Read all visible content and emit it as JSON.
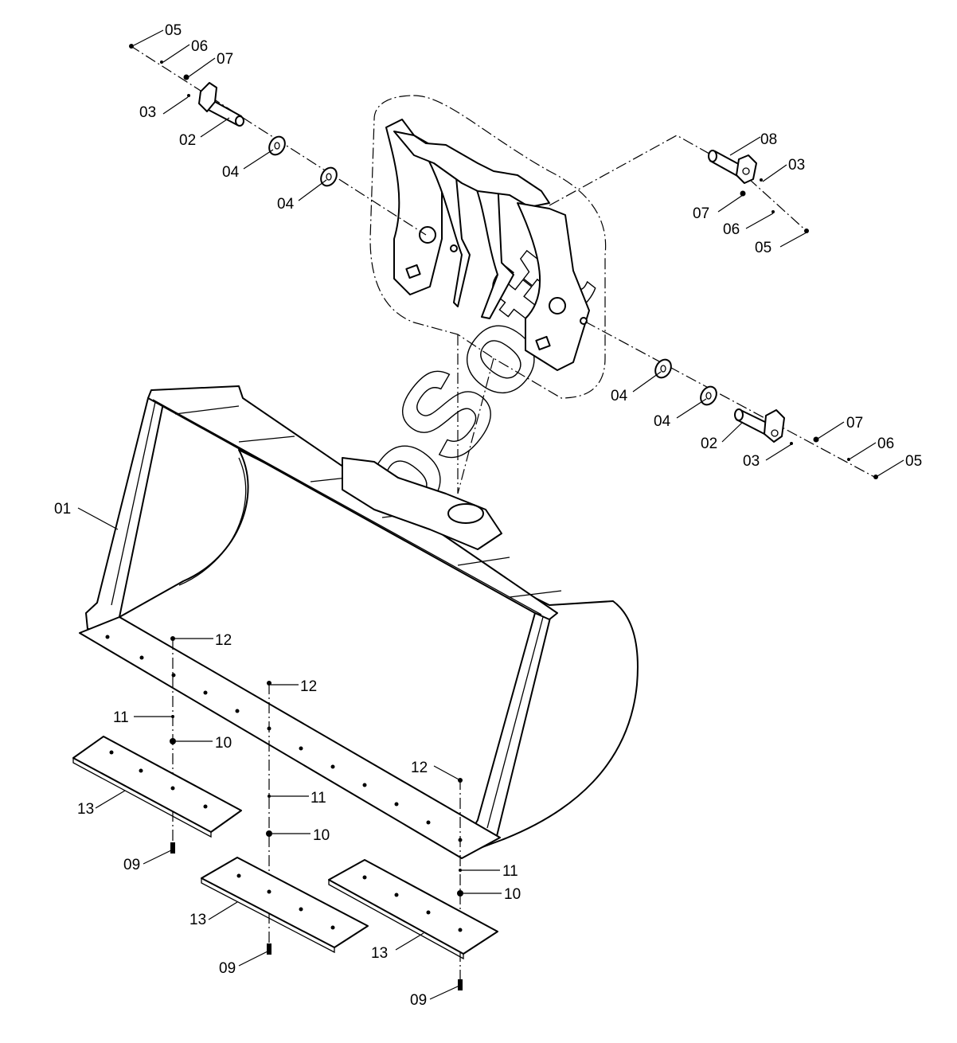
{
  "diagram": {
    "watermark": "AutoSoft",
    "callouts": [
      {
        "id": "c-05-top",
        "text": "05"
      },
      {
        "id": "c-06-top",
        "text": "06"
      },
      {
        "id": "c-07-top",
        "text": "07"
      },
      {
        "id": "c-03-top",
        "text": "03"
      },
      {
        "id": "c-02-top",
        "text": "02"
      },
      {
        "id": "c-04-top-a",
        "text": "04"
      },
      {
        "id": "c-04-top-b",
        "text": "04"
      },
      {
        "id": "c-08",
        "text": "08"
      },
      {
        "id": "c-03-right",
        "text": "03"
      },
      {
        "id": "c-07-right",
        "text": "07"
      },
      {
        "id": "c-06-right",
        "text": "06"
      },
      {
        "id": "c-05-right",
        "text": "05"
      },
      {
        "id": "c-04-mid-a",
        "text": "04"
      },
      {
        "id": "c-04-mid-b",
        "text": "04"
      },
      {
        "id": "c-02-mid",
        "text": "02"
      },
      {
        "id": "c-03-mid",
        "text": "03"
      },
      {
        "id": "c-07-mid",
        "text": "07"
      },
      {
        "id": "c-06-mid",
        "text": "06"
      },
      {
        "id": "c-05-mid",
        "text": "05"
      },
      {
        "id": "c-01",
        "text": "01"
      },
      {
        "id": "c-12-a",
        "text": "12"
      },
      {
        "id": "c-12-b",
        "text": "12"
      },
      {
        "id": "c-12-c",
        "text": "12"
      },
      {
        "id": "c-11-a",
        "text": "11"
      },
      {
        "id": "c-10-a",
        "text": "10"
      },
      {
        "id": "c-11-b",
        "text": "11"
      },
      {
        "id": "c-10-b",
        "text": "10"
      },
      {
        "id": "c-11-c",
        "text": "11"
      },
      {
        "id": "c-10-c",
        "text": "10"
      },
      {
        "id": "c-13-a",
        "text": "13"
      },
      {
        "id": "c-13-b",
        "text": "13"
      },
      {
        "id": "c-13-c",
        "text": "13"
      },
      {
        "id": "c-09-a",
        "text": "09"
      },
      {
        "id": "c-09-b",
        "text": "09"
      },
      {
        "id": "c-09-c",
        "text": "09"
      }
    ]
  }
}
